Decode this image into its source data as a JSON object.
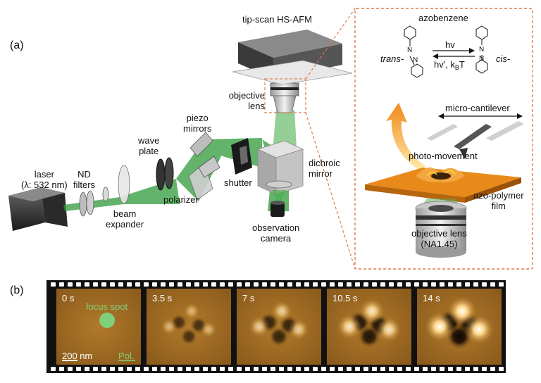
{
  "panel_a": {
    "letter": "(a)",
    "labels": {
      "afm": "tip-scan HS-AFM",
      "objective_top": "objective",
      "objective_bottom": "lens",
      "piezo_top": "piezo",
      "piezo_bottom": "mirrors",
      "wave_top": "wave",
      "wave_bottom": "plate",
      "laser_top": "laser",
      "laser_bottom": "(λ: 532 nm)",
      "nd_top": "ND",
      "nd_bottom": "filters",
      "beam_top": "beam",
      "beam_bottom": "expander",
      "polarizer": "polarizer",
      "shutter": "shutter",
      "dichroic_top": "dichroic",
      "dichroic_bottom": "mirror",
      "camera_top": "observation",
      "camera_bottom": "camera"
    },
    "inset": {
      "azobenzene": "azobenzene",
      "trans": "trans-",
      "cis": "cis-",
      "hv": "hv",
      "hv_back": "hv′, k",
      "hv_back_sub": "B",
      "hv_back_end": "T",
      "cantilever": "micro-cantilever",
      "photo_movement": "photo-movement",
      "film_top": "azo-polymer",
      "film_bottom": "film",
      "obj_top": "objective lens",
      "obj_bottom": "(NA1.45)",
      "n1": "N",
      "n2": "N"
    }
  },
  "panel_b": {
    "letter": "(b)",
    "frames": [
      {
        "time": "0 s"
      },
      {
        "time": "3.5 s"
      },
      {
        "time": "7 s"
      },
      {
        "time": "10.5 s"
      },
      {
        "time": "14 s"
      }
    ],
    "focus_label": "focus spot",
    "scale_label": "200 nm",
    "pol_label": "Pol."
  },
  "colors": {
    "beam_green": "#2f9a3a",
    "beam_green_light": "#9fd69a",
    "inset_border": "#e07a4a",
    "film_orange": "#e88a1a",
    "afm_frame_bg": "#9a6a22",
    "focus_green": "#7fd07a"
  }
}
